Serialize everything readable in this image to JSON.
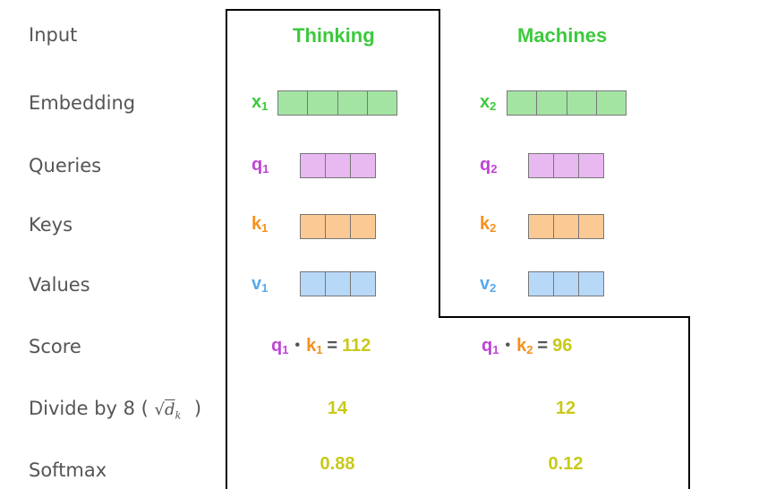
{
  "rows": {
    "input": "Input",
    "embedding": "Embedding",
    "queries": "Queries",
    "keys": "Keys",
    "values": "Values",
    "score": "Score",
    "divide": "Divide by 8 (",
    "divide_close": ")",
    "softmax": "Softmax"
  },
  "sqrt_symbol": "√",
  "sqrt_base": "d",
  "sqrt_sub": "k",
  "words": [
    "Thinking",
    "Machines"
  ],
  "vectors": {
    "embedding": {
      "letter": "x",
      "indices": [
        "1",
        "2"
      ],
      "color": "#3cc93c",
      "fill": "#a3e4a3",
      "cells": 4
    },
    "query": {
      "letter": "q",
      "indices": [
        "1",
        "2"
      ],
      "color": "#c043d6",
      "fill": "#e8b8f0",
      "cells": 3
    },
    "key": {
      "letter": "k",
      "indices": [
        "1",
        "2"
      ],
      "color": "#f5901e",
      "fill": "#fac994",
      "cells": 3
    },
    "value": {
      "letter": "v",
      "indices": [
        "1",
        "2"
      ],
      "color": "#57a9ee",
      "fill": "#b8d8f8",
      "cells": 3
    }
  },
  "scores": [
    {
      "q": "q",
      "qi": "1",
      "k": "k",
      "ki": "1",
      "eq": "=",
      "value": "112"
    },
    {
      "q": "q",
      "qi": "1",
      "k": "k",
      "ki": "2",
      "eq": "=",
      "value": "96"
    }
  ],
  "dot_symbol": "•",
  "divided": [
    "14",
    "12"
  ],
  "softmax": [
    "0.88",
    "0.12"
  ],
  "colors": {
    "number": "#c9c91a",
    "label": "#555555",
    "frame": "#000000"
  }
}
